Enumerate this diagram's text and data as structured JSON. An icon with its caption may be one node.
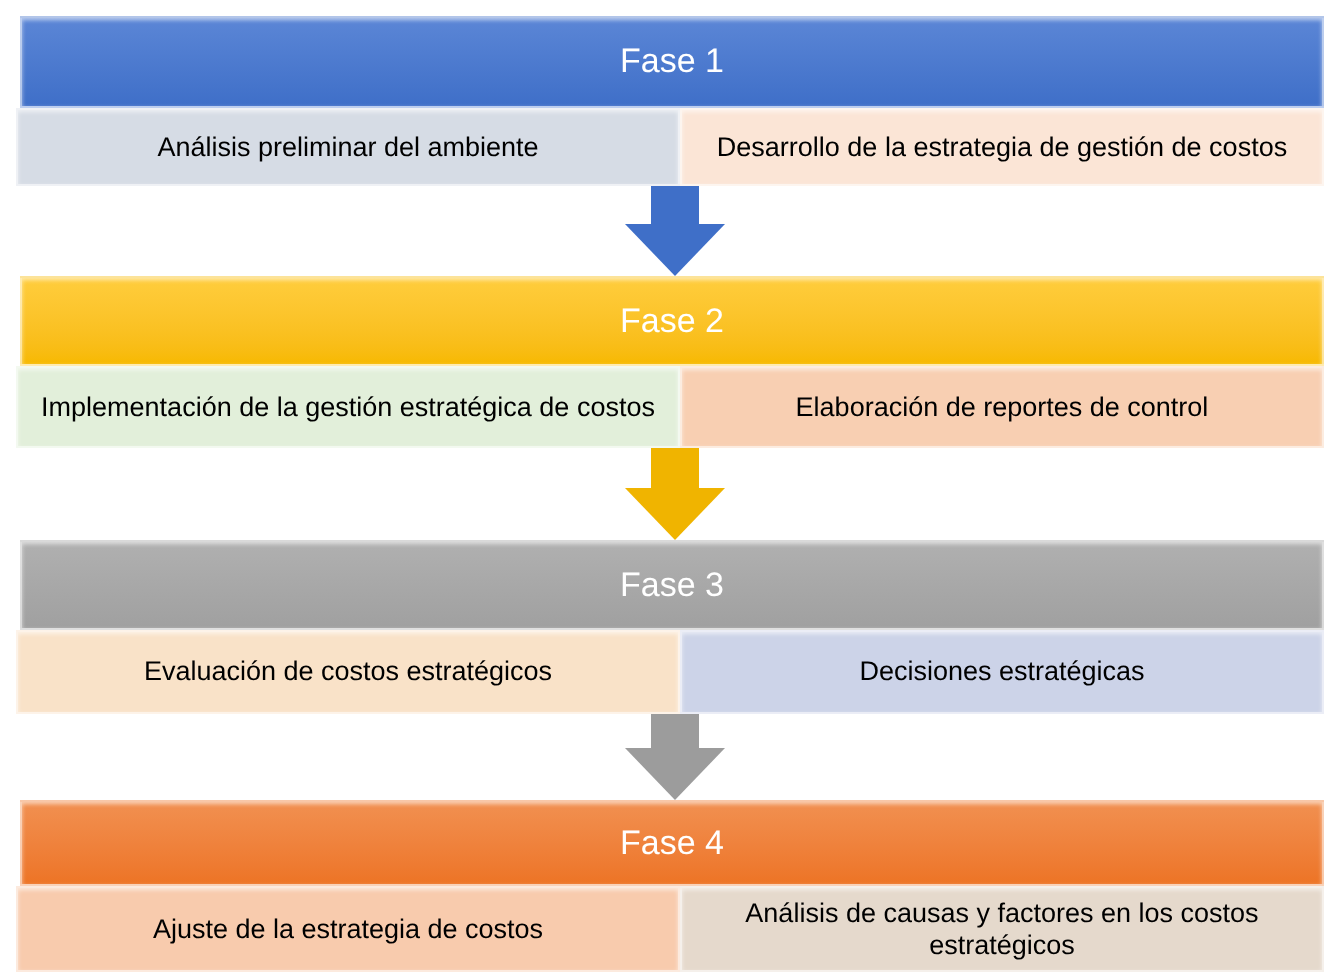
{
  "diagram": {
    "nodes": [
      {
        "text": [
          "Fase 1"
        ]
      },
      {
        "text": [
          "Análisis preliminar del ambiente"
        ]
      },
      {
        "text": [
          "Desarrollo de la estrategia de gestión de costos"
        ]
      },
      {
        "text": [
          "Fase 2"
        ]
      },
      {
        "text": [
          "Implementación de la gestión estratégica de costos"
        ]
      },
      {
        "text": [
          "Elaboración de reportes de control"
        ]
      },
      {
        "text": [
          "Fase 3"
        ]
      },
      {
        "text": [
          "Evaluación de costos estratégicos"
        ]
      },
      {
        "text": [
          "Decisiones estratégicas"
        ]
      },
      {
        "text": [
          "Fase 4"
        ]
      },
      {
        "text": [
          "Ajuste de la estrategia de costos"
        ]
      },
      {
        "text": [
          "Análisis de causas y factores en los costos estratégicos"
        ]
      }
    ],
    "edges": [
      {
        "from": 1,
        "to": 3,
        "arrow": "to",
        "color": "#3f6fc8"
      },
      {
        "from": 2,
        "to": 3,
        "arrow": "to",
        "color": "#3f6fc8"
      },
      {
        "from": 4,
        "to": 6,
        "arrow": "to",
        "color": "#f0b400"
      },
      {
        "from": 5,
        "to": 6,
        "arrow": "to",
        "color": "#f0b400"
      },
      {
        "from": 7,
        "to": 9,
        "arrow": "to",
        "color": "#9c9c9c"
      },
      {
        "from": 8,
        "to": 9,
        "arrow": "to",
        "color": "#9c9c9c"
      }
    ]
  }
}
